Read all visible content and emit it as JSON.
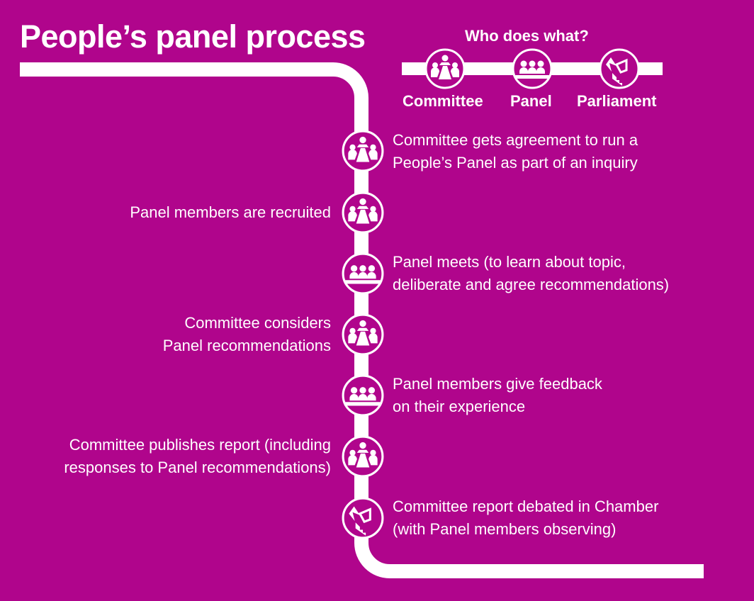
{
  "title": "People’s panel process",
  "legend": {
    "heading": "Who does what?",
    "items": [
      {
        "label": "Committee",
        "icon": "committee-icon"
      },
      {
        "label": "Panel",
        "icon": "panel-icon"
      },
      {
        "label": "Parliament",
        "icon": "parliament-icon"
      }
    ]
  },
  "steps": [
    {
      "side": "right",
      "icon": "committee-icon",
      "lines": [
        "Committee gets agreement to run a",
        "People’s Panel as part of an inquiry"
      ]
    },
    {
      "side": "left",
      "icon": "committee-icon",
      "lines": [
        "Panel members are recruited"
      ]
    },
    {
      "side": "right",
      "icon": "panel-icon",
      "lines": [
        "Panel meets (to learn about topic,",
        "deliberate and agree recommendations)"
      ]
    },
    {
      "side": "left",
      "icon": "committee-icon",
      "lines": [
        "Committee considers",
        "Panel recommendations"
      ]
    },
    {
      "side": "right",
      "icon": "panel-icon",
      "lines": [
        "Panel members give feedback",
        "on their experience"
      ]
    },
    {
      "side": "left",
      "icon": "committee-icon",
      "lines": [
        "Committee publishes report (including",
        "responses to Panel recommendations)"
      ]
    },
    {
      "side": "right",
      "icon": "parliament-icon",
      "lines": [
        "Committee report debated in Chamber",
        "(with Panel members observing)"
      ]
    }
  ],
  "colors": {
    "background": "#b0058c",
    "line": "#ffffff"
  }
}
